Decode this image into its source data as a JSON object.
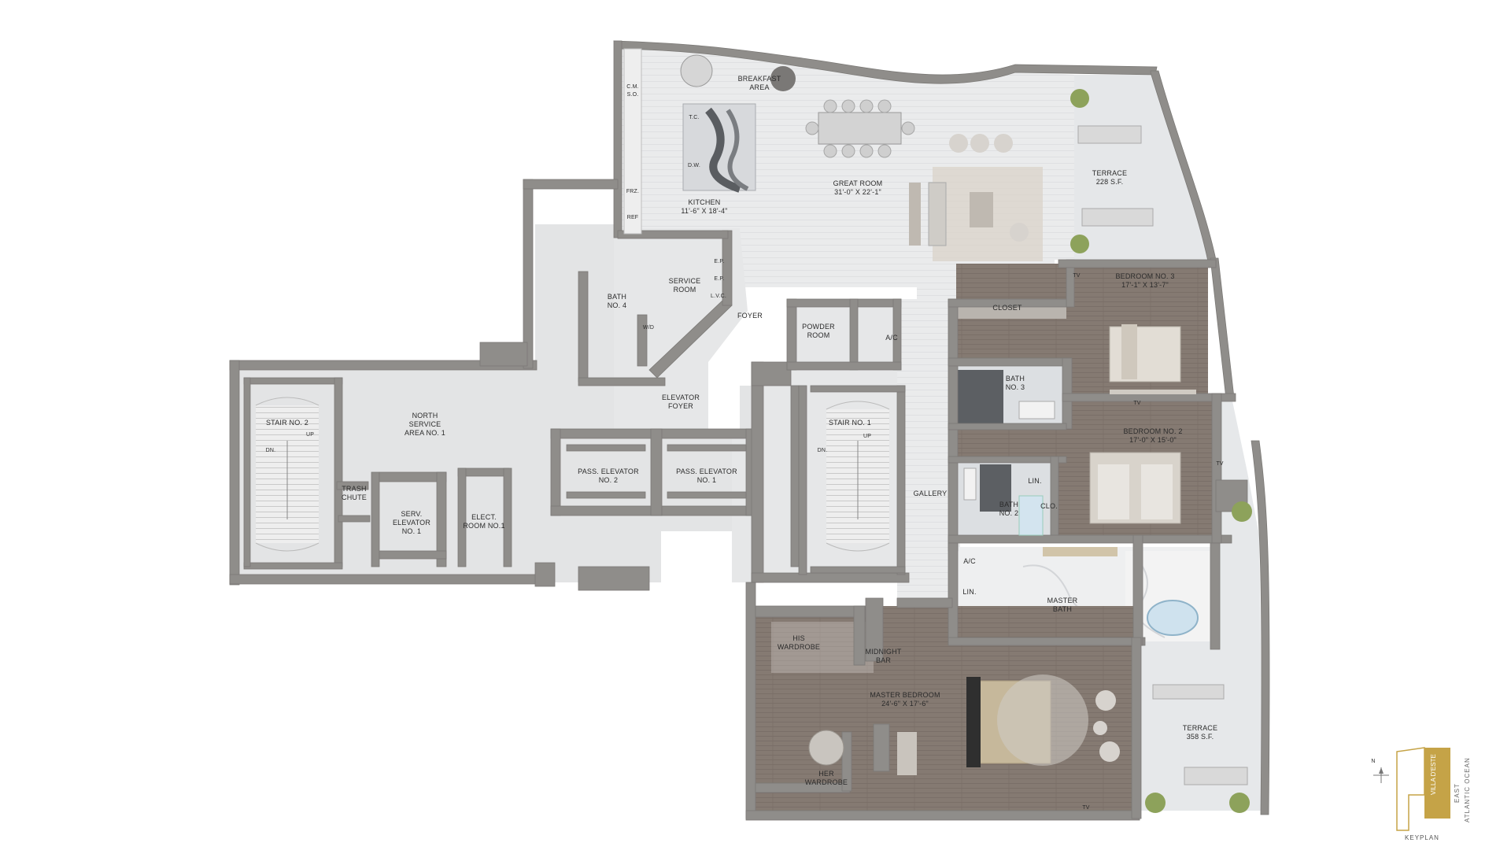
{
  "rooms": {
    "breakfast": [
      "BREAKFAST",
      "AREA"
    ],
    "kitchen": [
      "KITCHEN",
      "11'-6\" X 18'-4\""
    ],
    "great_room": [
      "GREAT ROOM",
      "31'-0\" X 22'-1\""
    ],
    "terrace_north": [
      "TERRACE",
      "228 S.F."
    ],
    "bedroom3": [
      "BEDROOM  NO. 3",
      "17'-1\" X 13'-7\""
    ],
    "closet": "CLOSET",
    "service_room": [
      "SERVICE",
      "ROOM"
    ],
    "bath4": [
      "BATH",
      "NO. 4"
    ],
    "foyer": "FOYER",
    "powder_room": [
      "POWDER",
      "ROOM"
    ],
    "ac_top": "A/C",
    "bath3": [
      "BATH",
      "NO. 3"
    ],
    "bedroom2": [
      "BEDROOM  NO. 2",
      "17'-0\" X 15'-0\""
    ],
    "elevator_foyer": [
      "ELEVATOR",
      "FOYER"
    ],
    "north_service": [
      "NORTH",
      "SERVICE",
      "AREA NO. 1"
    ],
    "stair2": "STAIR NO. 2",
    "stair1": "STAIR NO. 1",
    "pass_elev2": [
      "PASS. ELEVATOR",
      "NO. 2"
    ],
    "pass_elev1": [
      "PASS. ELEVATOR",
      "NO. 1"
    ],
    "trash_chute": [
      "TRASH",
      "CHUTE"
    ],
    "serv_elevator": [
      "SERV.",
      "ELEVATOR",
      "NO. 1"
    ],
    "elect_room": [
      "ELECT.",
      "ROOM NO.1"
    ],
    "gallery": "GALLERY",
    "bath2": [
      "BATH",
      "NO. 2"
    ],
    "lin_upper": "LIN.",
    "clo": "CLO.",
    "ac_lower": "A/C",
    "lin_lower": "LIN.",
    "master_bath": [
      "MASTER",
      "BATH"
    ],
    "his_wardrobe": [
      "HIS",
      "WARDROBE"
    ],
    "midnight_bar": [
      "MIDNIGHT",
      "BAR"
    ],
    "master_bedroom": [
      "MASTER BEDROOM",
      "24'-6\" X 17'-6\""
    ],
    "her_wardrobe": [
      "HER",
      "WARDROBE"
    ],
    "terrace_south": [
      "TERRACE",
      "358 S.F."
    ]
  },
  "fixtures": {
    "cm": "C.M.",
    "so": "S.O.",
    "frz": "FRZ.",
    "ref": "REF",
    "tc": "T.C.",
    "dw": "D.W.",
    "ep1": "E.P.",
    "ep2": "E.P.",
    "lvc": "L.V.C.",
    "wd": "W/D",
    "tv_b3_side": "TV",
    "tv_b3": "TV",
    "tv_b2": "TV",
    "tv_master": "TV",
    "up1": "UP",
    "dn1": "DN.",
    "up2": "UP",
    "dn2": "DN."
  },
  "keyplan": {
    "title": "KEYPLAN",
    "north": "N",
    "building": [
      "VILLA",
      "D'ESTE"
    ],
    "side": [
      "EAST",
      "ATLANTIC OCEAN"
    ]
  },
  "colors": {
    "wall": "#8f8d8a",
    "wall_dark": "#6e6c69",
    "floor_light": "#e9eaeb",
    "floor_service": "#e2e3e4",
    "wood": "#8a7f78",
    "wood_dark": "#7a6f68",
    "terrace": "#e4e6e8",
    "keyplan_gold": "#c5a347"
  }
}
